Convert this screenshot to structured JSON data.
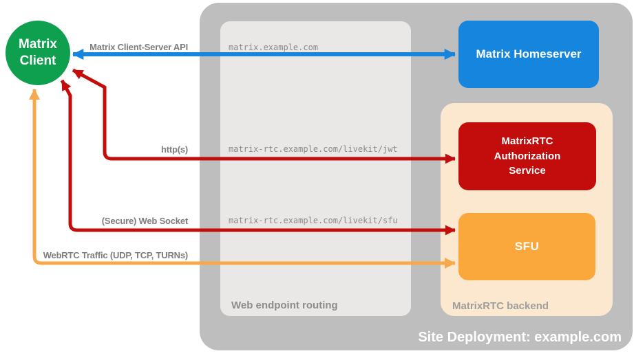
{
  "diagram": {
    "type": "architecture-diagram",
    "colors": {
      "client_green": "#0ea04e",
      "homeserver_blue": "#1585dd",
      "auth_red": "#c30d0d",
      "sfu_orange": "#faa83c",
      "webrtc_orange_line": "#f6a94c",
      "backend_peach": "#fce8ce",
      "site_gray": "#bebebe",
      "routing_gray": "#e9e8e6",
      "label_gray": "#7d7d7d"
    },
    "nodes": {
      "client": {
        "line1": "Matrix",
        "line2": "Client"
      },
      "homeserver": {
        "label": "Matrix Homeserver"
      },
      "auth_service": {
        "label": "MatrixRTC Authorization Service"
      },
      "sfu": {
        "label": "SFU"
      }
    },
    "containers": {
      "site": {
        "label": "Site Deployment: example.com"
      },
      "routing": {
        "label": "Web endpoint routing"
      },
      "backend": {
        "label": "MatrixRTC backend"
      }
    },
    "edges": {
      "client_server_api": {
        "label": "Matrix Client-Server API",
        "endpoint": "matrix.example.com",
        "from": "Matrix Client",
        "to": "Matrix Homeserver",
        "bidirectional": true
      },
      "https": {
        "label": "http(s)",
        "endpoint": "matrix-rtc.example.com/livekit/jwt",
        "from": "Matrix Client",
        "to": "MatrixRTC Authorization Service",
        "bidirectional": true
      },
      "websocket": {
        "label": "(Secure) Web Socket",
        "endpoint": "matrix-rtc.example.com/livekit/sfu",
        "from": "Matrix Client",
        "to": "SFU",
        "bidirectional": true
      },
      "webrtc": {
        "label": "WebRTC Traffic (UDP, TCP, TURNs)",
        "from": "Matrix Client",
        "to": "SFU",
        "bidirectional": true
      }
    }
  }
}
